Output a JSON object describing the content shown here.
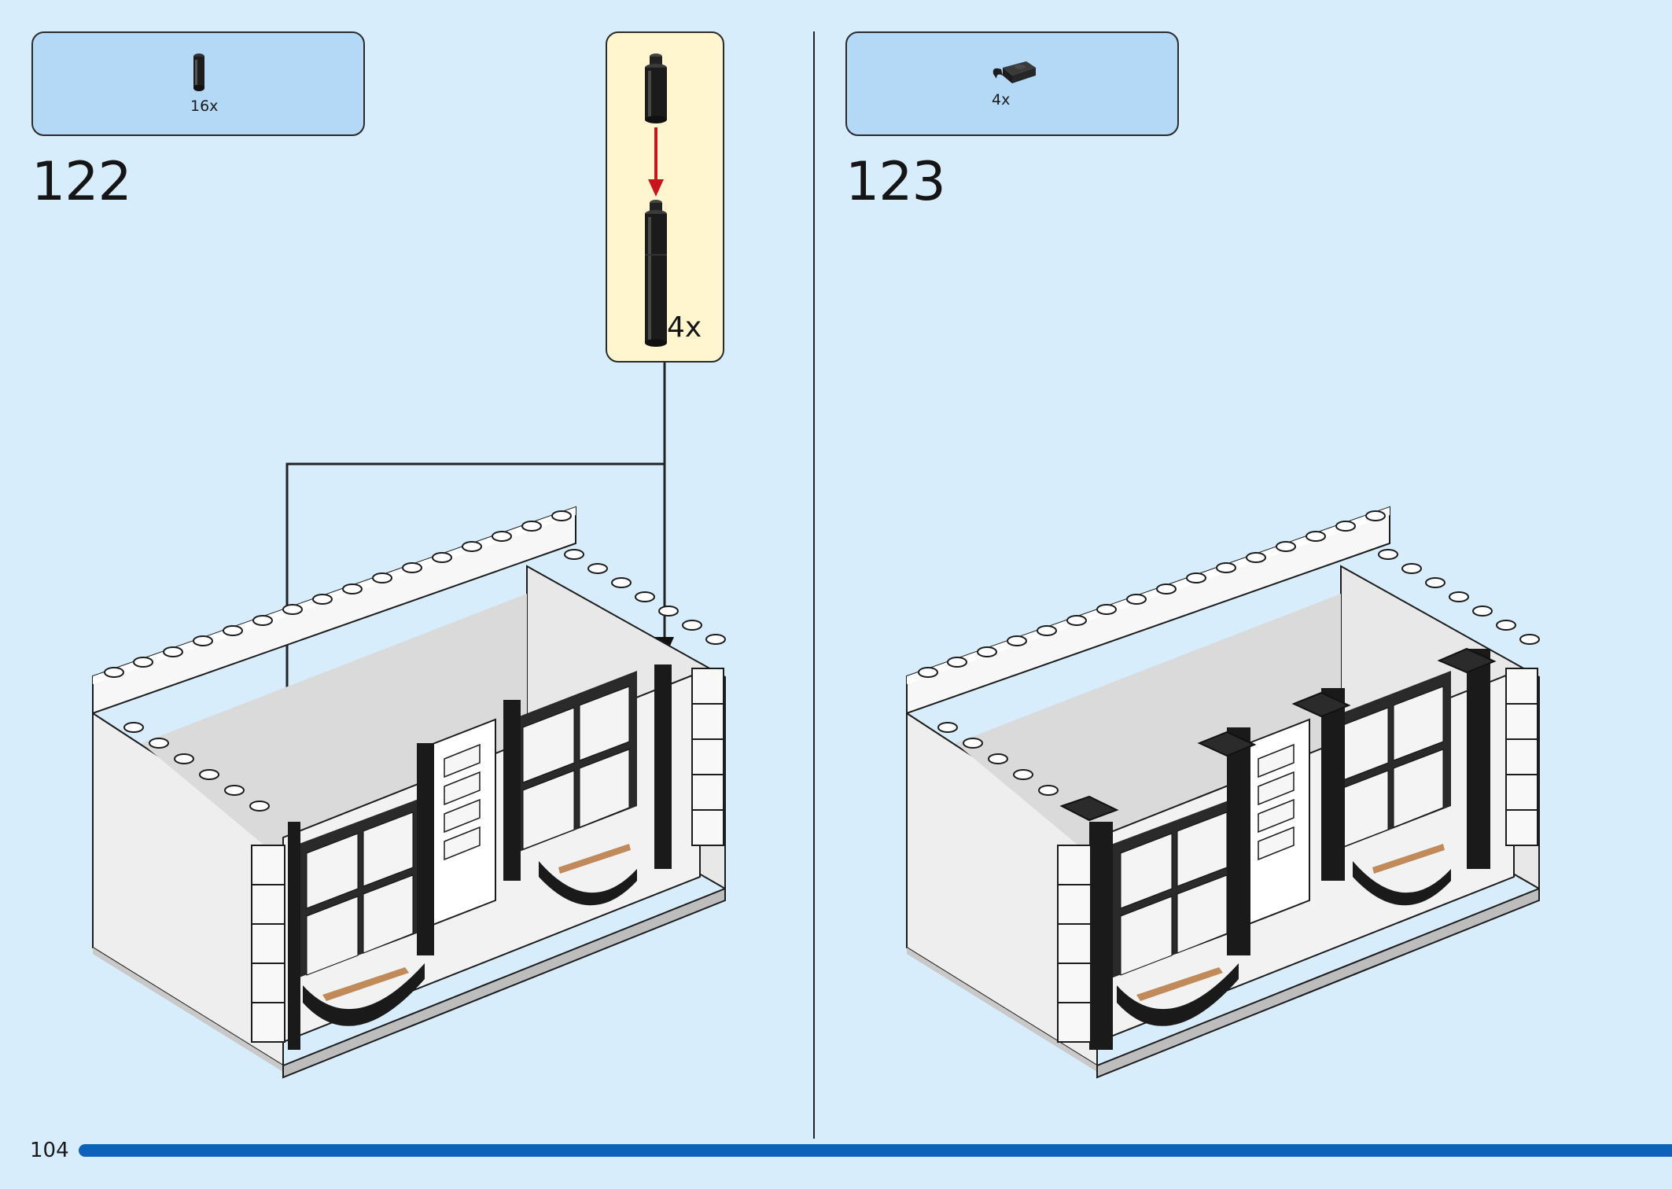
{
  "page": {
    "number": "104"
  },
  "steps": [
    {
      "number": "122",
      "parts_callout": {
        "quantity": "16x",
        "icon": "black-round-bar-icon"
      },
      "sub_assembly": {
        "quantity": "4x",
        "icon": "bar-stack-icon"
      }
    },
    {
      "number": "123",
      "parts_callout": {
        "quantity": "4x",
        "icon": "black-clip-plate-icon"
      }
    }
  ],
  "colors": {
    "background": "#d7edfc",
    "callout_blue": "#b3d9f7",
    "callout_yellow": "#fff5cf",
    "progress": "#0a63b8",
    "arrow_red": "#c8141e"
  }
}
